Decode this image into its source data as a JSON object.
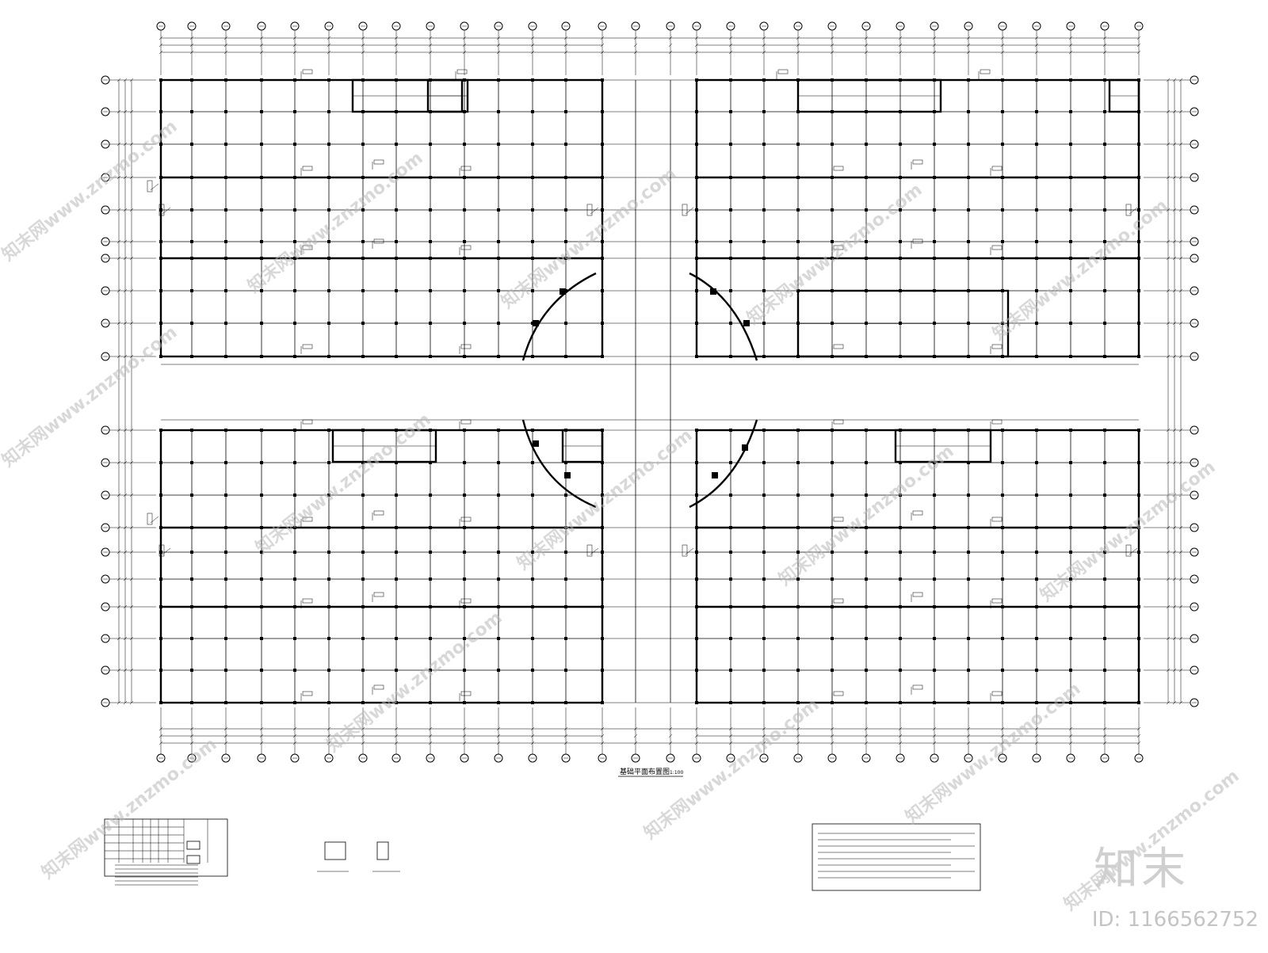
{
  "drawing": {
    "title": "基础平面布置图",
    "title_suffix": "1:100"
  },
  "watermark": {
    "text": "知末网www.znzmo.com",
    "brand": "知末",
    "id_label": "ID: 1166562752"
  },
  "colors": {
    "line": "#000000",
    "background": "#ffffff",
    "watermark": "#bdbdbd"
  },
  "icons": {
    "axis_bubble": "circle-axis-marker-icon",
    "column": "column-square-icon"
  }
}
